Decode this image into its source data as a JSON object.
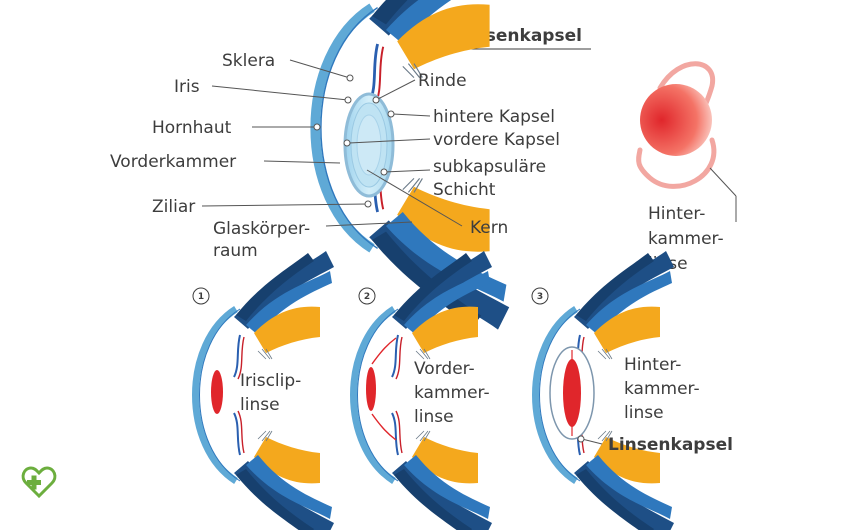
{
  "title": "Linsenkapsel",
  "anatomy_labels": {
    "sklera": "Sklera",
    "iris": "Iris",
    "hornhaut": "Hornhaut",
    "vorderkammer": "Vorderkammer",
    "ziliar": "Ziliar",
    "glaskoerper_1": "Glaskörper-",
    "glaskoerper_2": "raum",
    "rinde": "Rinde",
    "hintere_kapsel": "hintere Kapsel",
    "vordere_kapsel": "vordere Kapsel",
    "subkapsulaer_1": "subkapsuläre",
    "subkapsulaer_2": "Schicht",
    "kern": "Kern"
  },
  "lens_implant": {
    "line1": "Hinter-",
    "line2": "kammer-",
    "line3": "linse"
  },
  "variants": [
    {
      "number": "1",
      "line1": "Irisclip-",
      "line2": "linse",
      "line3": ""
    },
    {
      "number": "2",
      "line1": "Vorder-",
      "line2": "kammer-",
      "line3": "linse"
    },
    {
      "number": "3",
      "line1": "Hinter-",
      "line2": "kammer-",
      "line3": "linse",
      "capsule_label": "Linsenkapsel"
    }
  ],
  "colors": {
    "cornea": "#5fa9d6",
    "sclera_dark": "#1e4f86",
    "ciliary": "#f4a81d",
    "lens_fill": "#bfe3f3",
    "implant_red": "#e0262b",
    "haptic": "#f2a7a1",
    "logo_green": "#6cae3e"
  }
}
